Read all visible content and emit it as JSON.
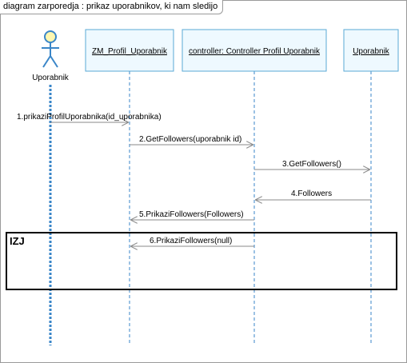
{
  "diagram": {
    "title": "diagram zarporedja : prikaz uporabnikov, ki nam sledijo"
  },
  "actor": {
    "name": "Uporabnik"
  },
  "lifelines": [
    {
      "id": "zm",
      "label": "ZM_Profil_Uporabnik"
    },
    {
      "id": "ctrl",
      "label": "controller: Controller Profil Uporabnik"
    },
    {
      "id": "upo",
      "label": "Uporabnik"
    }
  ],
  "messages": [
    {
      "id": "m1",
      "label": "1.prikaziProfilUporabnika(id_uporabnika)"
    },
    {
      "id": "m2",
      "label": "2.GetFollowers(uporabnik id)"
    },
    {
      "id": "m3",
      "label": "3.GetFollowers()"
    },
    {
      "id": "m4",
      "label": "4.Followers"
    },
    {
      "id": "m5",
      "label": "5.PrikaziFollowers(Followers)"
    },
    {
      "id": "m6",
      "label": "6.PrikaziFollowers(null)"
    }
  ],
  "fragment": {
    "operator": "IZJ"
  },
  "colors": {
    "lifeline": "#3a86c8",
    "box_fill": "#eef9ff",
    "box_border": "#5aa9d6",
    "actor_head": "#fff7b0",
    "actor_body": "#3a86c8",
    "arrow": "#8a8a8a"
  }
}
